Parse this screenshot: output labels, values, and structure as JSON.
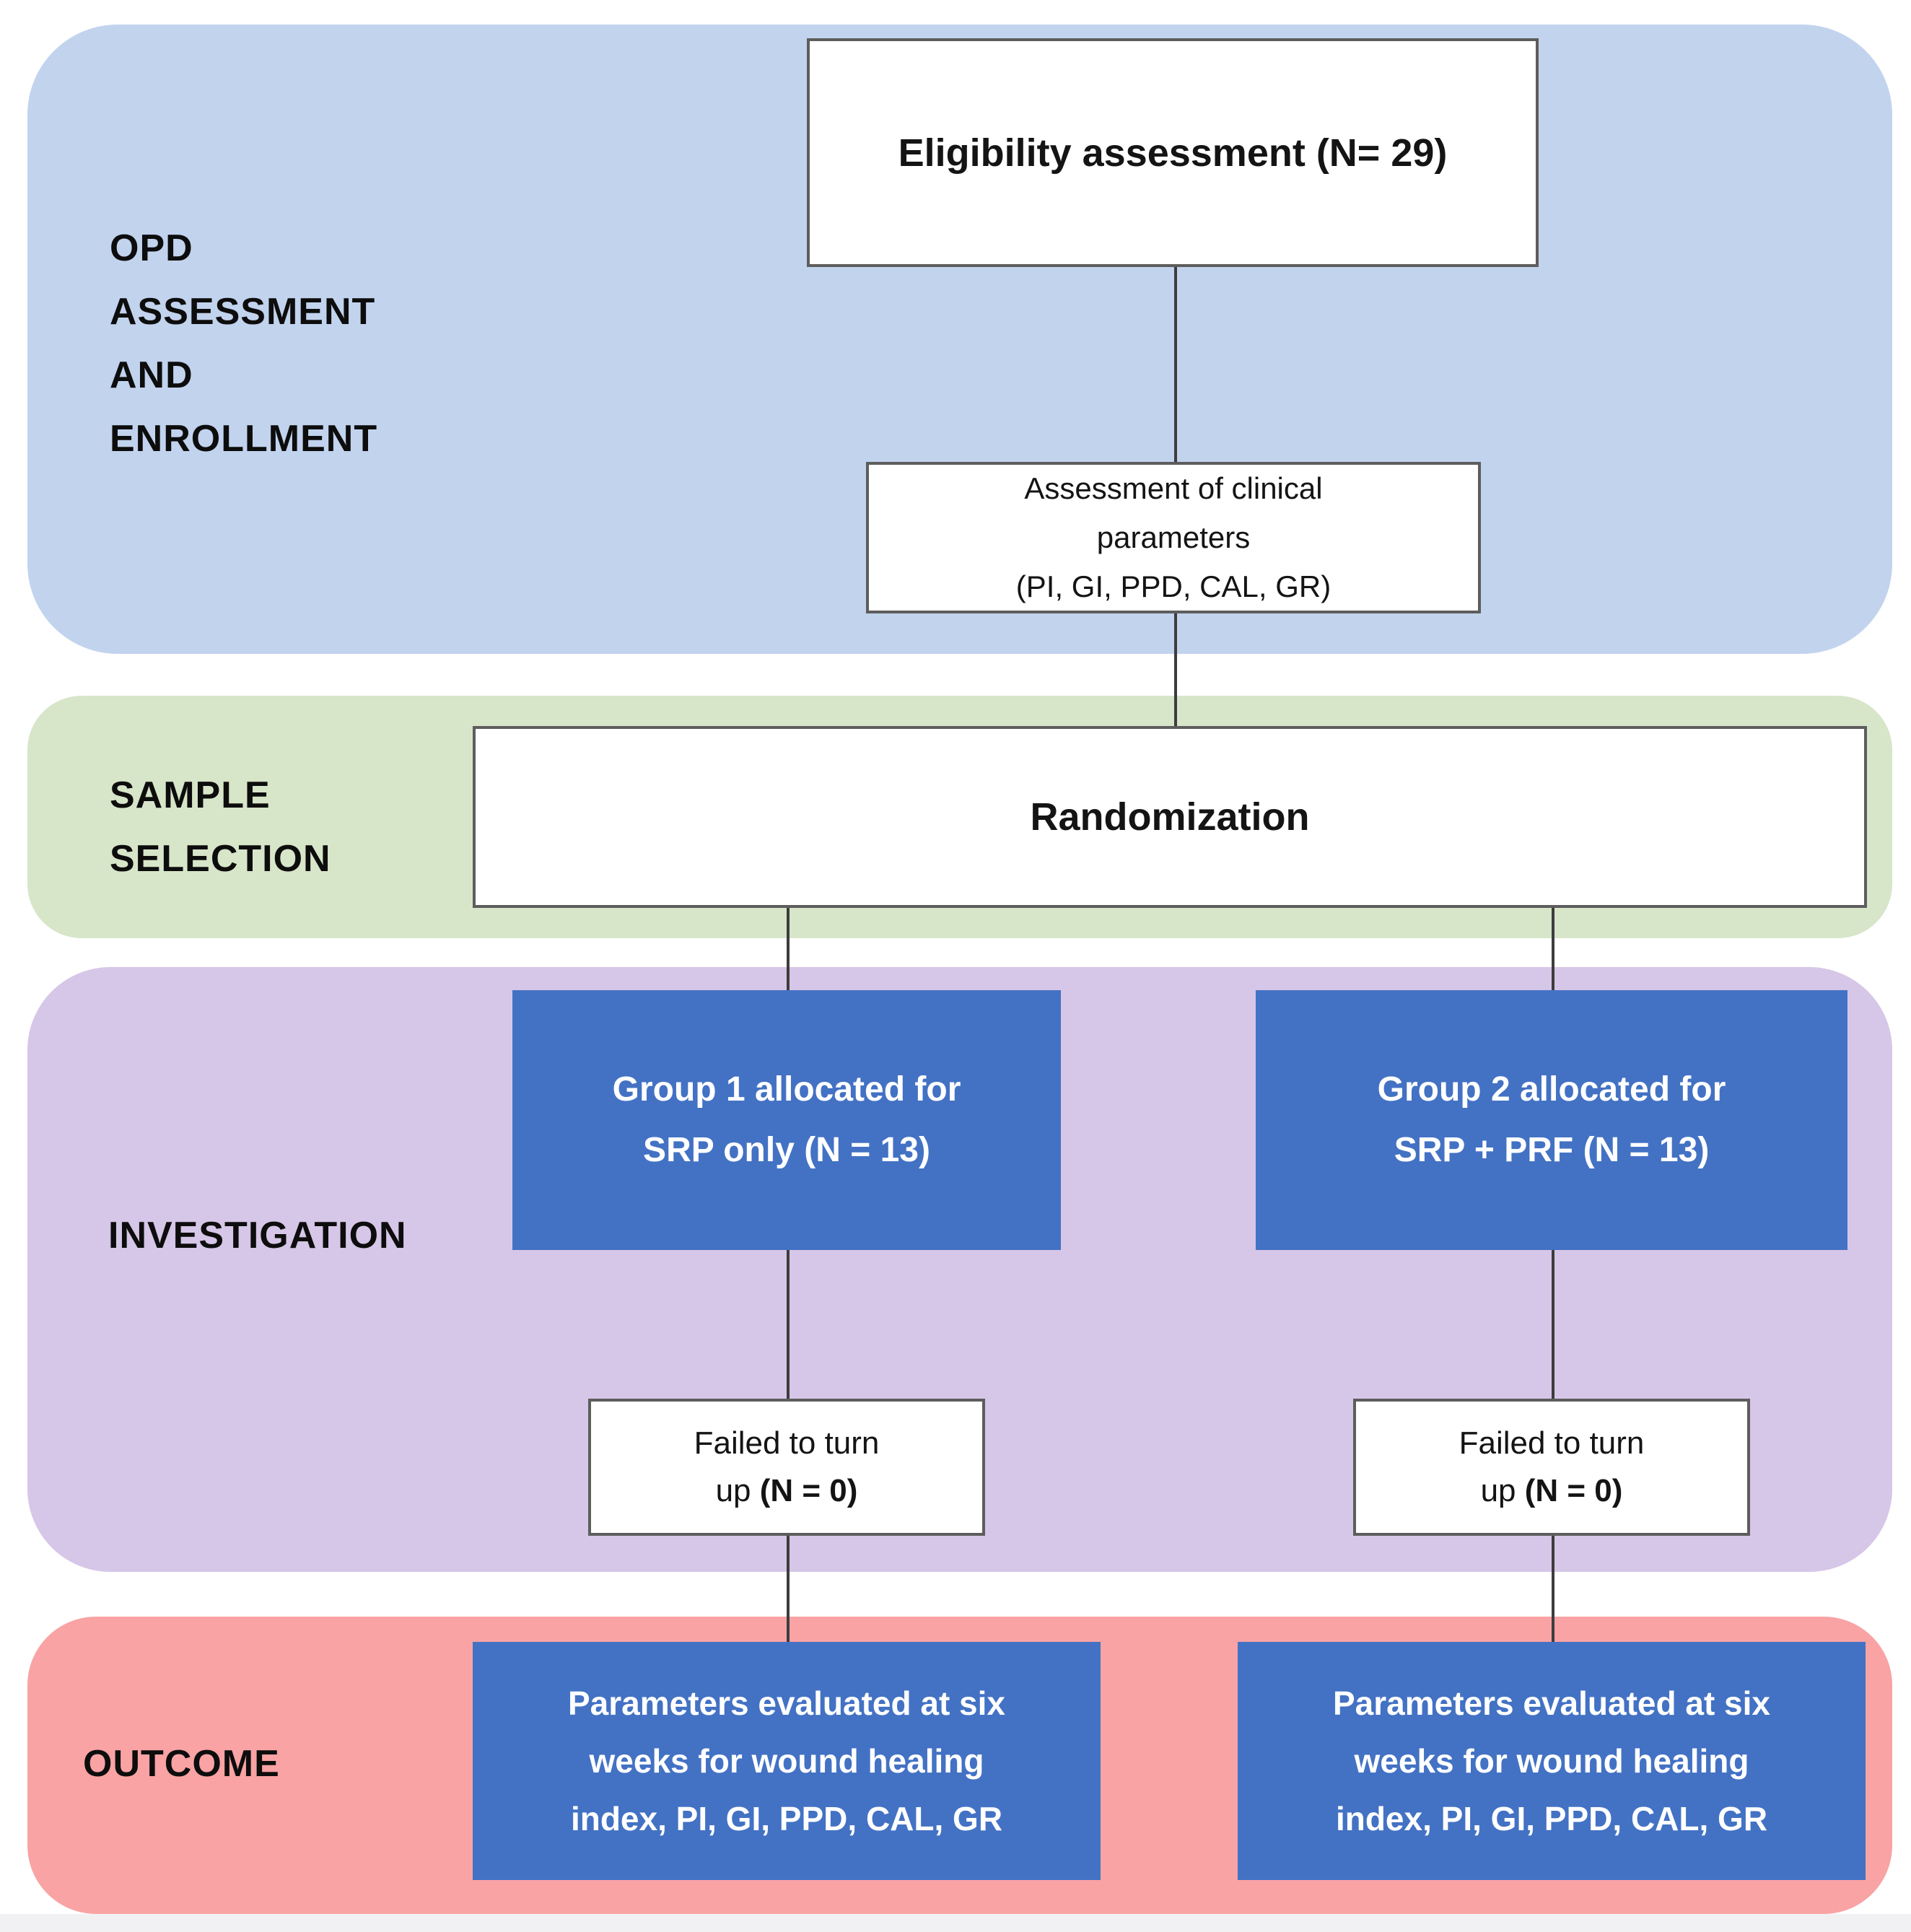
{
  "figure": {
    "title_hint": "Clinical trial participant flowchart",
    "colors": {
      "band_enrollment_bg": "#c2d3ee",
      "band_sample_bg": "#d7e5c9",
      "band_investigation_bg": "#d6c6e7",
      "band_outcome_bg": "#f9a3a4",
      "blue_node_bg": "#4372c4",
      "blue_node_text": "#ffffff",
      "white_node_border": "#5d5d5d",
      "connector_line": "#3d3d3d"
    },
    "bands": [
      {
        "id": "enrollment",
        "label": "OPD\nASSESSMENT\nAND\nENROLLMENT"
      },
      {
        "id": "sample",
        "label": "SAMPLE\nSELECTION"
      },
      {
        "id": "investigation",
        "label": "INVESTIGATION"
      },
      {
        "id": "outcome",
        "label": "OUTCOME"
      }
    ],
    "nodes": {
      "eligibility": {
        "text": "Eligibility assessment (N= 29)"
      },
      "clinical": {
        "text": "Assessment of clinical\nparameters\n(PI, GI, PPD, CAL, GR)"
      },
      "randomization": {
        "text": "Randomization"
      },
      "group1": {
        "text": "Group 1 allocated for\nSRP only (N = 13)"
      },
      "group2": {
        "text": "Group 2 allocated for\nSRP + PRF (N = 13)"
      },
      "failed1": {
        "line1": "Failed to turn",
        "line2_normal": "up ",
        "line2_bold": "(N = 0)"
      },
      "failed2": {
        "line1": "Failed to turn",
        "line2_normal": "up ",
        "line2_bold": "(N = 0)"
      },
      "outcome1": {
        "text": "Parameters evaluated at six\nweeks for wound healing\nindex, PI, GI, PPD, CAL, GR"
      },
      "outcome2": {
        "text": "Parameters evaluated at six\nweeks for wound healing\nindex, PI, GI, PPD, CAL, GR"
      }
    }
  }
}
